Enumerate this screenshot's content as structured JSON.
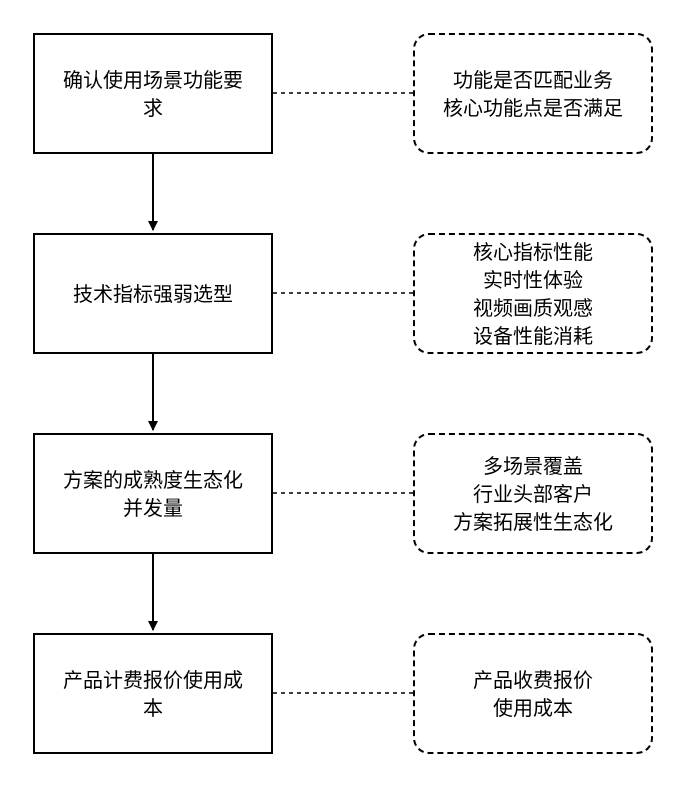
{
  "steps": [
    {
      "label": "确认使用场景功能要\n求"
    },
    {
      "label": "技术指标强弱选型"
    },
    {
      "label": "方案的成熟度生态化\n并发量"
    },
    {
      "label": "产品计费报价使用成\n本"
    }
  ],
  "notes": [
    {
      "label": "功能是否匹配业务\n核心功能点是否满足"
    },
    {
      "label": "核心指标性能\n实时性体验\n视频画质观感\n设备性能消耗"
    },
    {
      "label": "多场景覆盖\n行业头部客户\n方案拓展性生态化"
    },
    {
      "label": "产品收费报价\n使用成本"
    }
  ]
}
